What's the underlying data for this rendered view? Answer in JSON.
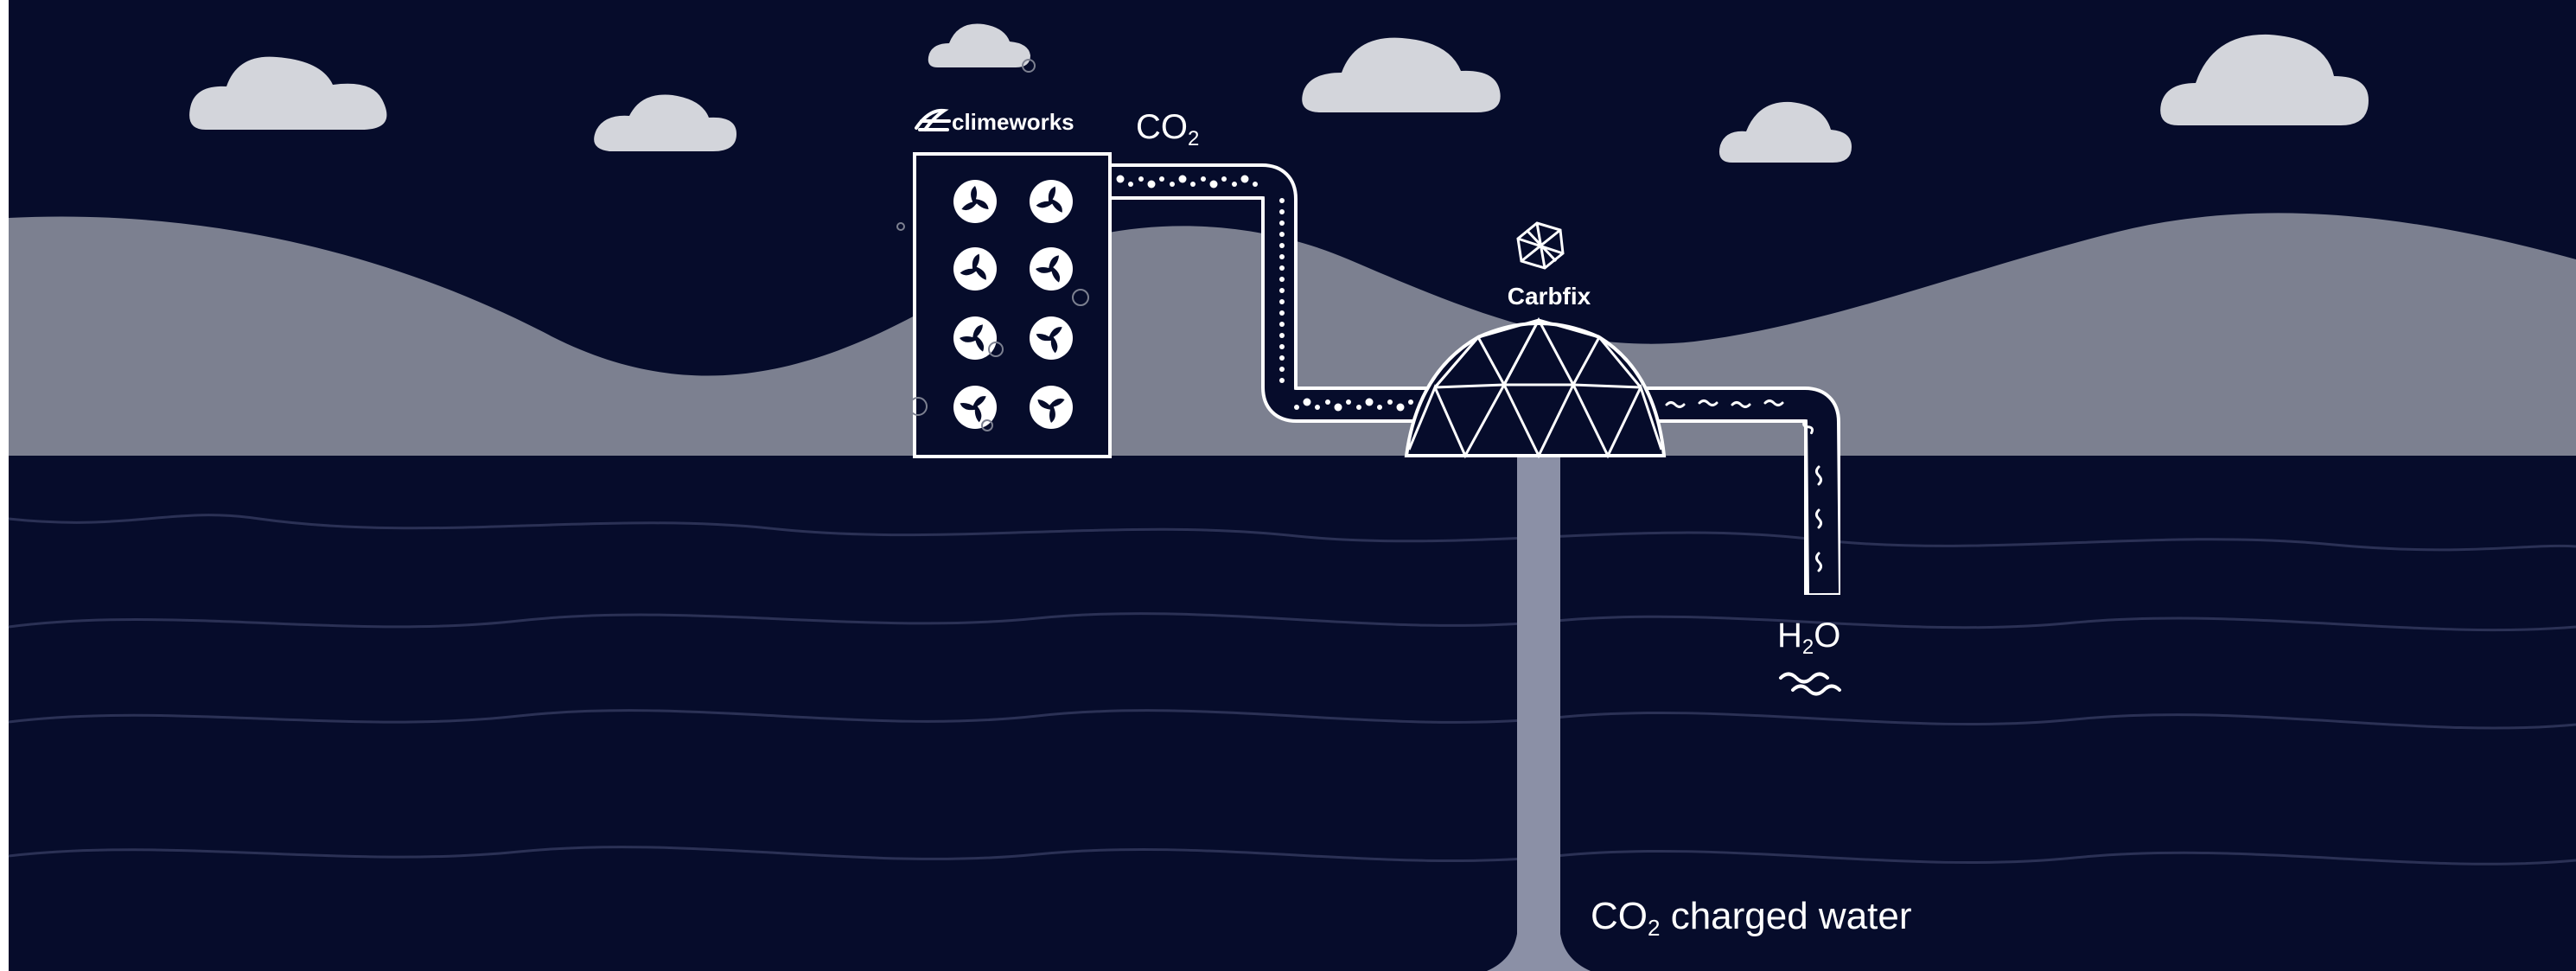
{
  "brands": {
    "capture": "climeworks",
    "storage": "Carbfix"
  },
  "labels": {
    "co2_main": "CO",
    "co2_sub": "2",
    "h2o_h": "H",
    "h2o_sub": "2",
    "h2o_o": "O",
    "charged_co2": "CO",
    "charged_sub": "2",
    "charged_rest": " charged water"
  },
  "colors": {
    "sky": "#060c2b",
    "hills": "#7c8090",
    "ground": "#060c2b",
    "clouds": "#d3d5db",
    "injection_pipe": "#8b90a6",
    "strata": "#2b3155",
    "white": "#ffffff"
  },
  "icons": {
    "capture_logo": "climeworks-logo-icon",
    "storage_logo": "carbfix-logo-icon",
    "fan": "fan-icon",
    "water": "water-waves-icon"
  }
}
